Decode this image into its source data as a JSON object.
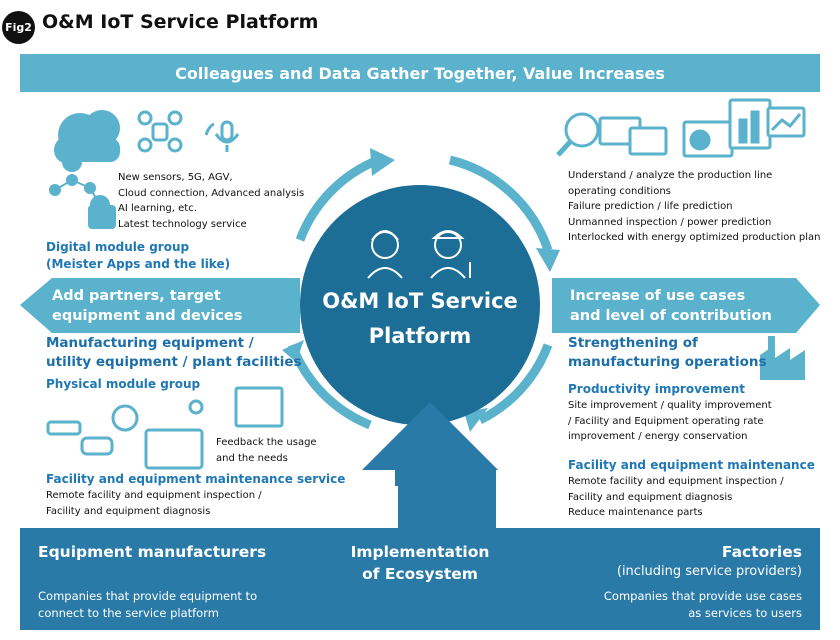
{
  "figure": {
    "badge": "Fig2",
    "title": "O&M IoT Service Platform"
  },
  "top_banner": "Colleagues and Data Gather Together, Value Increases",
  "center": {
    "line1": "O&M IoT Service",
    "line2": "Platform"
  },
  "left": {
    "tech_list": [
      "New sensors, 5G, AGV,",
      "Cloud connection, Advanced analysis",
      "AI learning, etc.",
      "Latest technology service"
    ],
    "digital_group": [
      "Digital module group",
      "(Meister Apps and the like)"
    ],
    "arrow": [
      "Add partners, target",
      "equipment and devices"
    ],
    "mfg_equipment": [
      "Manufacturing equipment /",
      "utility equipment / plant facilities"
    ],
    "physical_group": "Physical module group",
    "feedback": [
      "Feedback the usage",
      "and the needs"
    ],
    "service_title": "Facility and equipment maintenance service",
    "service_lines": [
      "Remote facility and equipment inspection /",
      "Facility and equipment diagnosis"
    ]
  },
  "right": {
    "understand_list": [
      "Understand / analyze the production line",
      "operating conditions",
      "Failure prediction / life prediction",
      "Unmanned inspection / power prediction",
      "Interlocked with energy optimized production plan"
    ],
    "arrow": [
      "Increase of use cases",
      "and level of contribution"
    ],
    "strengthening": [
      "Strengthening of",
      "manufacturing operations"
    ],
    "productivity_title": "Productivity improvement",
    "productivity_lines": [
      "Site improvement / quality improvement",
      "/ Facility and Equipment operating rate",
      "improvement / energy conservation"
    ],
    "maintenance_title": "Facility and equipment maintenance",
    "maintenance_lines": [
      "Remote facility and equipment inspection /",
      "Facility and equipment diagnosis",
      "Reduce maintenance parts"
    ]
  },
  "bottom": {
    "left_title": "Equipment manufacturers",
    "left_sub": [
      "Companies that provide equipment to",
      "connect to the service platform"
    ],
    "center_title": [
      "Implementation",
      "of Ecosystem"
    ],
    "right_title": [
      "Factories",
      "(including service providers)"
    ],
    "right_sub": [
      "Companies that provide use cases",
      "as services to users"
    ]
  },
  "colors": {
    "banner": "#5ab2cc",
    "circle": "#1d6e96",
    "ring": "#5ab2cc",
    "bottom": "#2a7aa8",
    "heading_blue": "#1f78b4"
  }
}
